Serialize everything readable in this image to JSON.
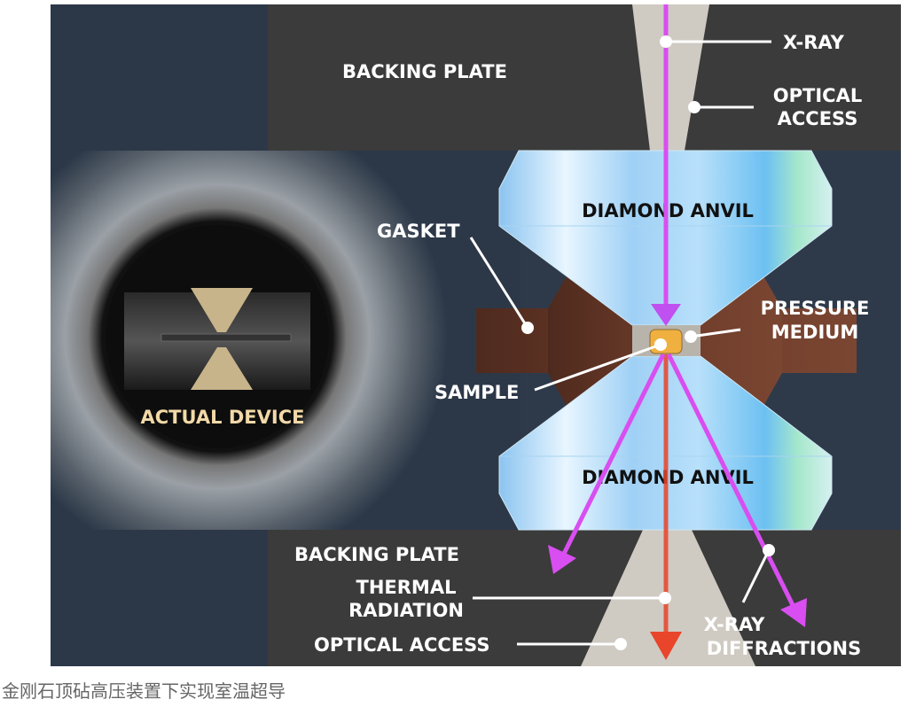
{
  "labels": {
    "x_ray": "X-RAY",
    "backing_plate_top": "BACKING PLATE",
    "optical_access_top_1": "OPTICAL",
    "optical_access_top_2": "ACCESS",
    "diamond_anvil_top": "DIAMOND ANVIL",
    "gasket": "GASKET",
    "pressure_medium_1": "PRESSURE",
    "pressure_medium_2": "MEDIUM",
    "sample": "SAMPLE",
    "actual_device": "ACTUAL DEVICE",
    "diamond_anvil_bottom": "DIAMOND ANVIL",
    "backing_plate_bottom": "BACKING PLATE",
    "thermal_radiation_1": "THERMAL",
    "thermal_radiation_2": "RADIATION",
    "optical_access_bottom": "OPTICAL ACCESS",
    "x_ray_diffractions_1": "X-RAY",
    "x_ray_diffractions_2": "DIFFRACTIONS"
  },
  "caption": "金刚石顶砧高压装置下实现室温超导",
  "colors": {
    "xray": "#d94ef0",
    "thermal": "#e8452a",
    "sample": "#f0b040",
    "gasket": "#6b3a28",
    "plate": "#3b3b3b",
    "background": "#2e3a4a"
  }
}
